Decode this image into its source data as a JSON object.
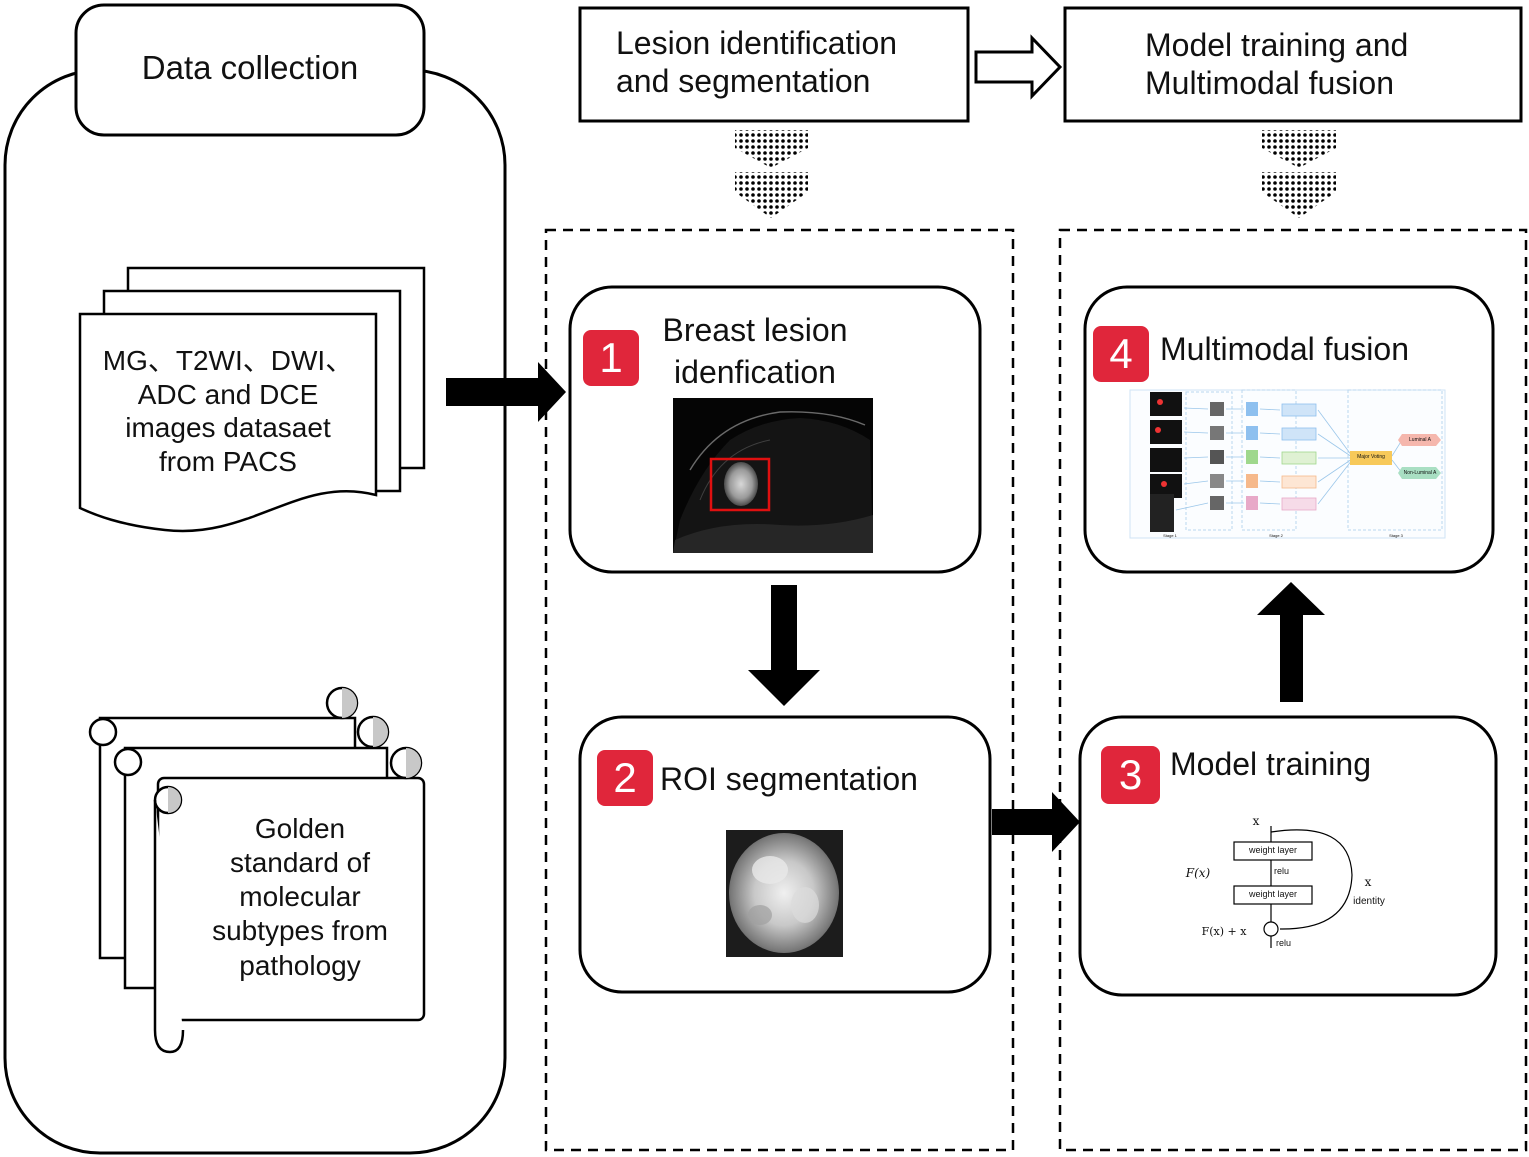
{
  "data_collection": {
    "title": "Data collection",
    "images_doc": "MG、T2WI、DWI、\nADC and DCE\nimages datasaet\nfrom PACS",
    "pathology_doc": "Golden\nstandard of\nmolecular\nsubtypes from\npathology"
  },
  "header": {
    "lesion_box": "Lesion identification\nand segmentation",
    "model_box": "Model training and\nMultimodal fusion"
  },
  "steps": [
    {
      "number": "1",
      "label": "Breast lesion\nidenfication"
    },
    {
      "number": "2",
      "label": "ROI segmentation"
    },
    {
      "number": "3",
      "label": "Model training"
    },
    {
      "number": "4",
      "label": "Multimodal fusion"
    }
  ],
  "resnet_block": {
    "x_top": "x",
    "layer1": "weight layer",
    "relu_mid": "relu",
    "layer2": "weight layer",
    "fx": "F(x)",
    "x_side": "x",
    "identity": "identity",
    "sum": "F(x) + x",
    "relu_out": "relu"
  },
  "fusion_panel": {
    "stage_labels": [
      "Stage 1",
      "Stage 2",
      "Stage 3"
    ],
    "voting": "Major Voting",
    "outputs": [
      "Luminal A",
      "Non-Luminal A"
    ]
  },
  "colors": {
    "badge_red": "#e0263b",
    "lesion_box_red": "#e01010",
    "line": "#000000"
  }
}
